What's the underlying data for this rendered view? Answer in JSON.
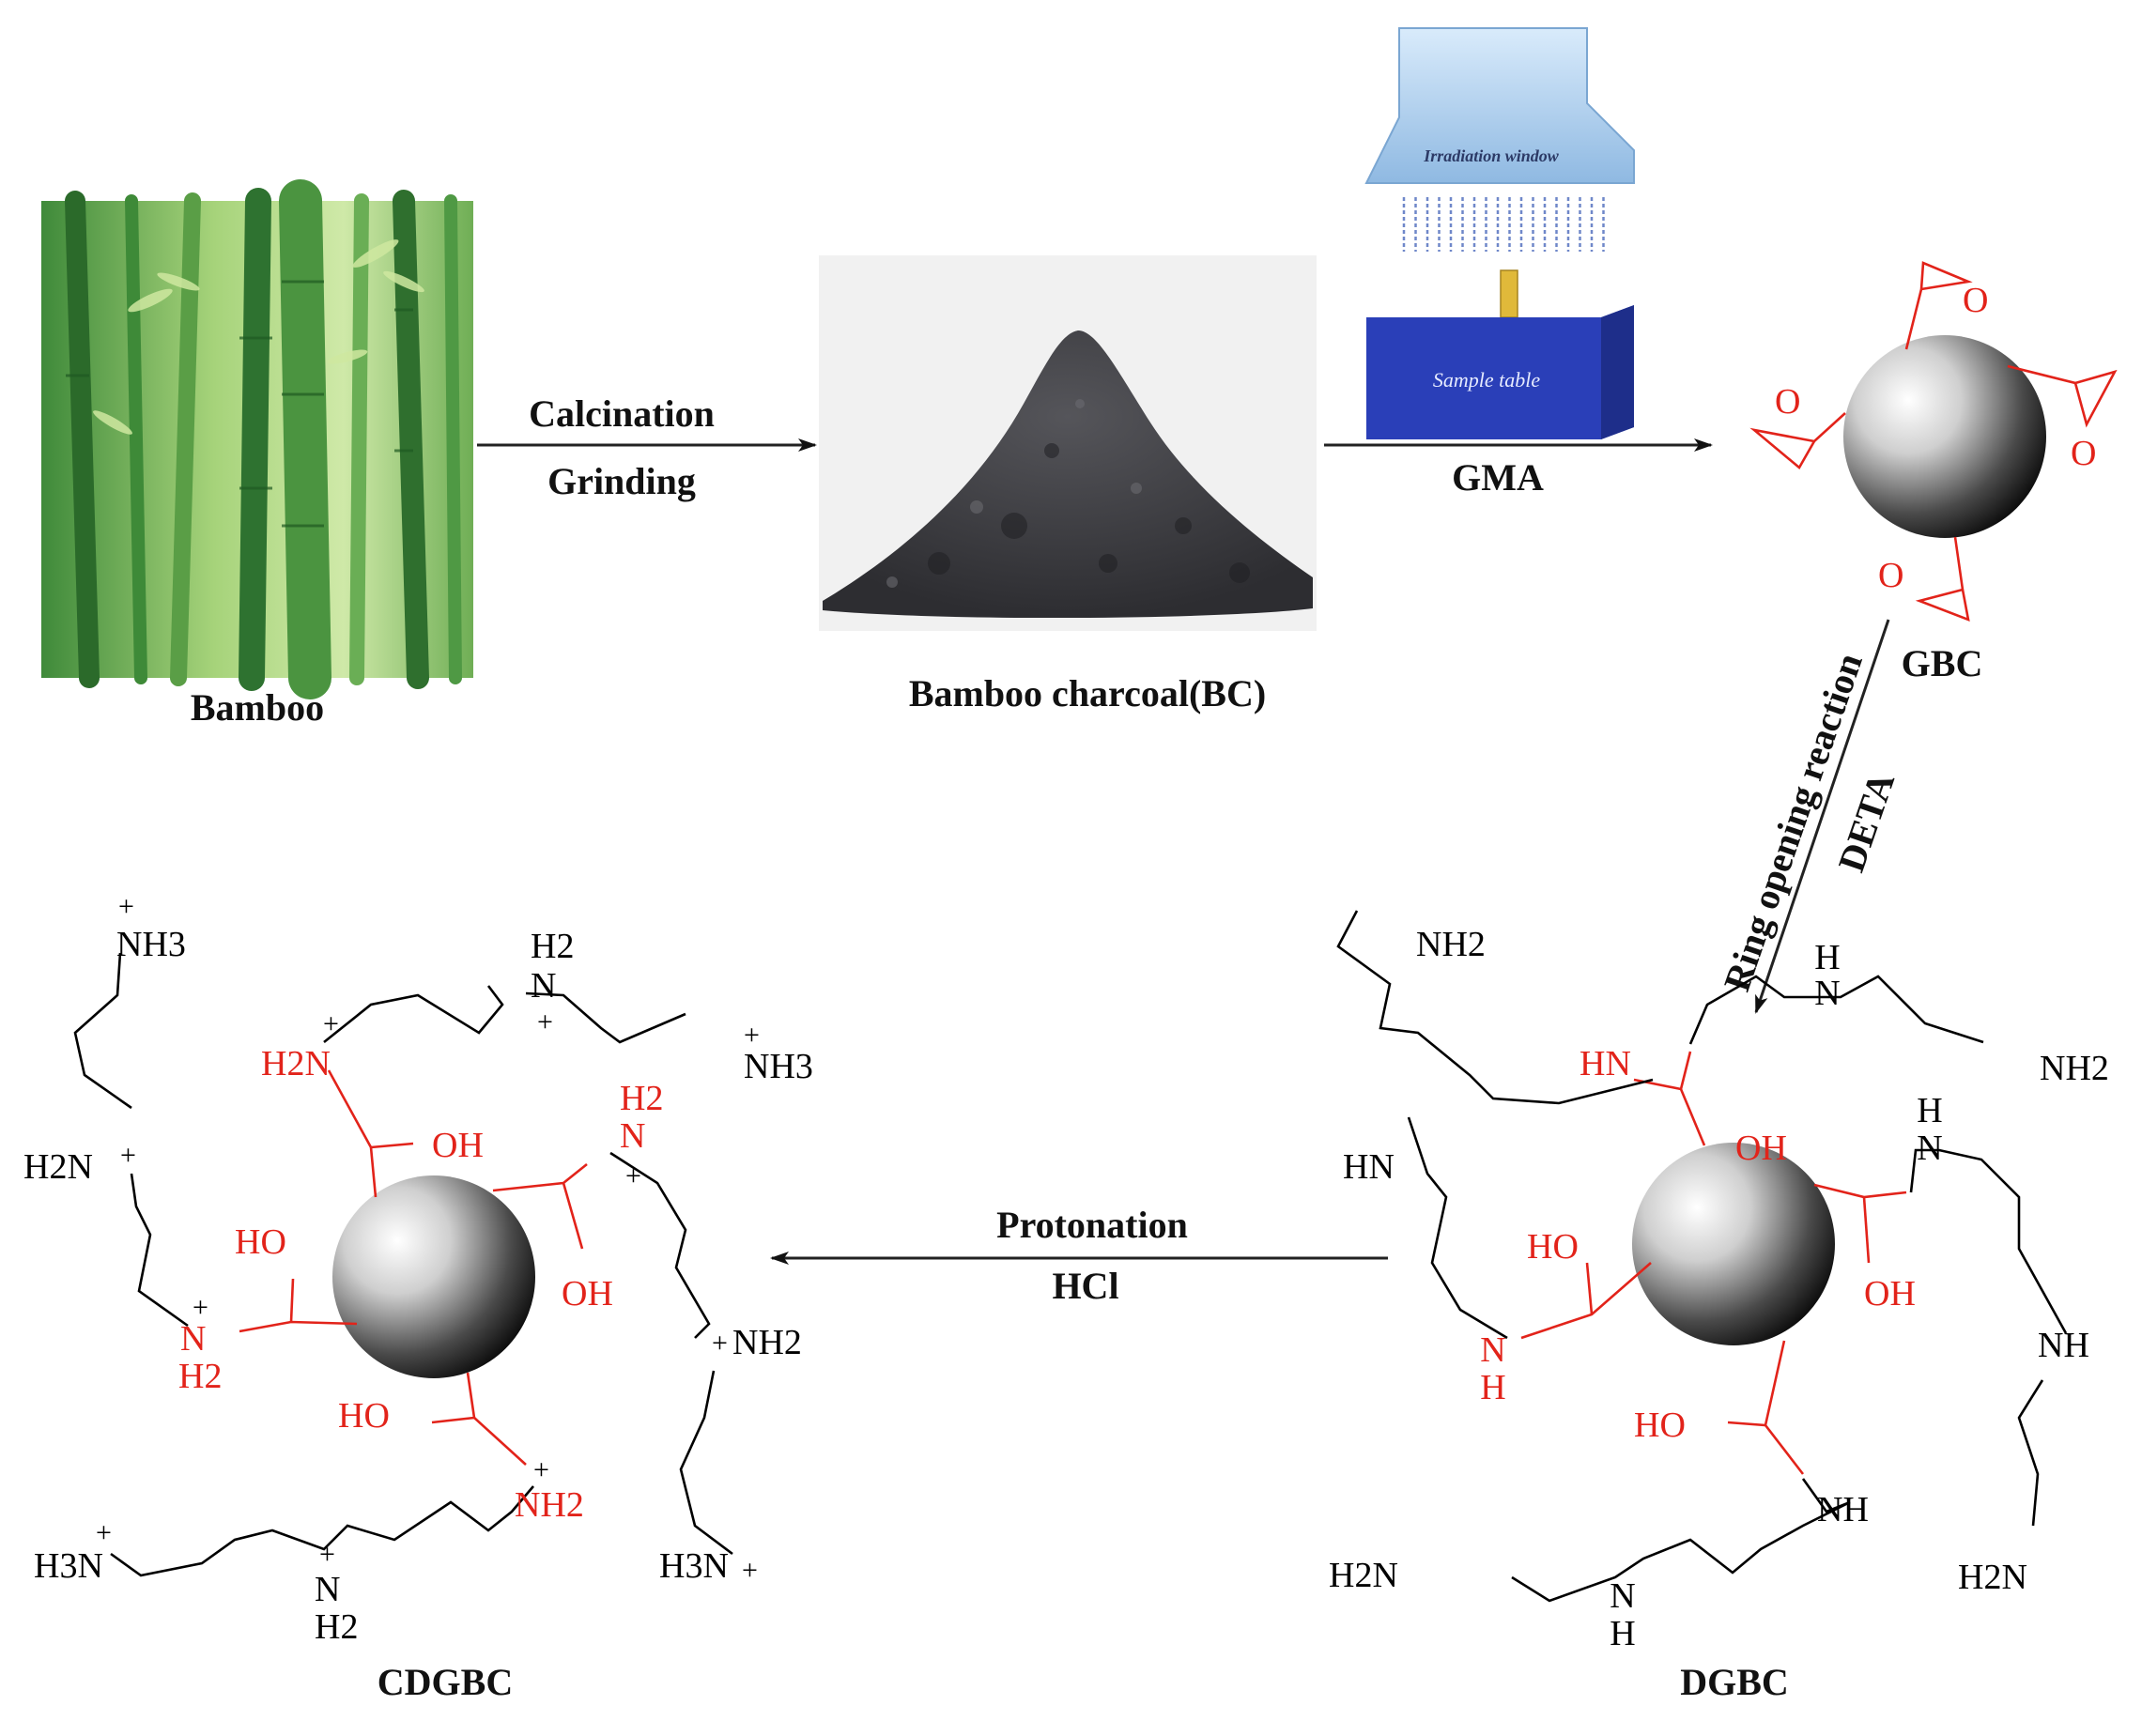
{
  "colors": {
    "arrow": "#222222",
    "red": "#e2231a",
    "black": "#000000",
    "bamboo_light": "#b9dc8a",
    "bamboo_dark": "#2f6b2c",
    "charcoal": "#3f3f43",
    "device_top": "#9fc3e6",
    "device_table": "#2a3fb8"
  },
  "labels": {
    "bamboo": "Bamboo",
    "bamboo_charcoal": "Bamboo charcoal(BC)",
    "gbc": "GBC",
    "dgbc": "DGBC",
    "cdgbc": "CDGBC",
    "irradiation_window": "Irradiation window",
    "sample_table": "Sample table"
  },
  "steps": {
    "calcination": "Calcination",
    "grinding": "Grinding",
    "gma": "GMA",
    "ring_opening": "Ring opening reaction",
    "deta": "DETA",
    "protonation": "Protonation",
    "hcl": "HCl"
  },
  "chem": {
    "O": "O",
    "OH": "OH",
    "HO": "HO",
    "HN": "HN",
    "NH": "NH",
    "N": "N",
    "H": "H",
    "NH2": "NH2",
    "H2N": "H2N",
    "H2": "H2",
    "NH3": "NH3",
    "H3N": "H3N",
    "plus": "+"
  }
}
